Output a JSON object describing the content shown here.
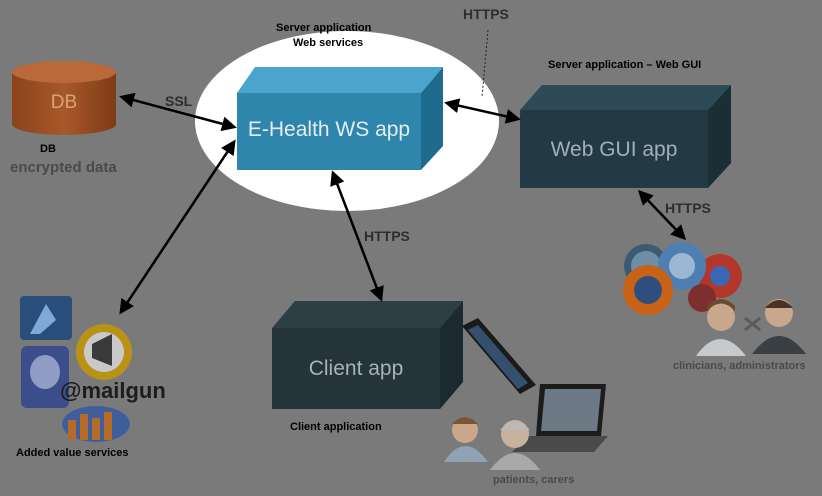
{
  "diagram": {
    "colors": {
      "background": "#7a7a7a",
      "ws_box": "#2f86ad",
      "dark_box": "#233a44",
      "db": "#9b4e1e",
      "highlight": "#ffffff",
      "arrow": "#000000"
    },
    "ws_app": {
      "caption_line1": "Server application",
      "caption_line2": "Web services",
      "label": "E-Health WS app"
    },
    "web_gui": {
      "caption": "Server application  – Web GUI",
      "label": "Web GUI app"
    },
    "client": {
      "label": "Client app",
      "caption": "Client application"
    },
    "db": {
      "label": "DB",
      "caption": "DB",
      "subcaption": "encrypted data"
    },
    "protocols": {
      "ssl": "SSL",
      "https_top": "HTTPS",
      "https_client": "HTTPS",
      "https_gui": "HTTPS"
    },
    "users": {
      "clinicians": "clinicians,  administrators",
      "patients": "patients, carers"
    },
    "services": {
      "caption": "Added value services",
      "mailgun_logo": "@mailgun"
    },
    "icons": [
      "database-icon",
      "browser-logos-icon",
      "clinician-icon",
      "administrator-icon",
      "tablet-icon",
      "laptop-icon",
      "patient-icon",
      "carer-icon",
      "postgresql-icon",
      "mailgun-icon",
      "cloud-icon"
    ]
  }
}
